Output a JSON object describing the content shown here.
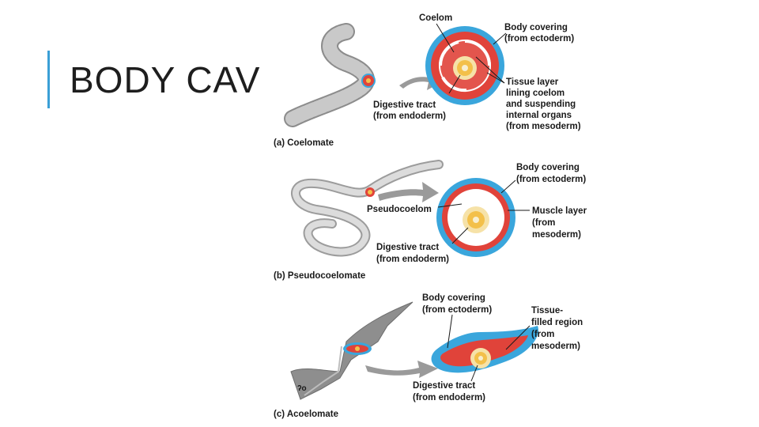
{
  "slide": {
    "title": "BODY CAV",
    "accent_color": "#3a9fd6"
  },
  "figure": {
    "panel_a": {
      "caption": "(a) Coelomate",
      "labels": {
        "coelom": "Coelom",
        "body_covering": [
          "Body covering",
          "(from ectoderm)"
        ],
        "tissue_layer": [
          "Tissue layer",
          "lining coelom",
          "and suspending",
          "internal organs",
          "(from mesoderm)"
        ],
        "digestive_tract": [
          "Digestive tract",
          "(from endoderm)"
        ]
      }
    },
    "panel_b": {
      "caption": "(b) Pseudocoelomate",
      "labels": {
        "body_covering": [
          "Body covering",
          "(from ectoderm)"
        ],
        "pseudocoelom": "Pseudocoelom",
        "muscle_layer": [
          "Muscle layer",
          "(from",
          "mesoderm)"
        ],
        "digestive_tract": [
          "Digestive tract",
          "(from endoderm)"
        ]
      }
    },
    "panel_c": {
      "caption": "(c) Acoelomate",
      "labels": {
        "body_covering": [
          "Body covering",
          "(from ectoderm)"
        ],
        "tissue_filled": [
          "Tissue-",
          "filled region",
          "(from",
          "mesoderm)"
        ],
        "digestive_tract": [
          "Digestive tract",
          "(from endoderm)"
        ]
      }
    },
    "colors": {
      "ectoderm": "#3aa6dc",
      "mesoderm": "#e0433a",
      "endoderm": "#f3c04a",
      "body_gray": "#b5b5b5"
    }
  }
}
